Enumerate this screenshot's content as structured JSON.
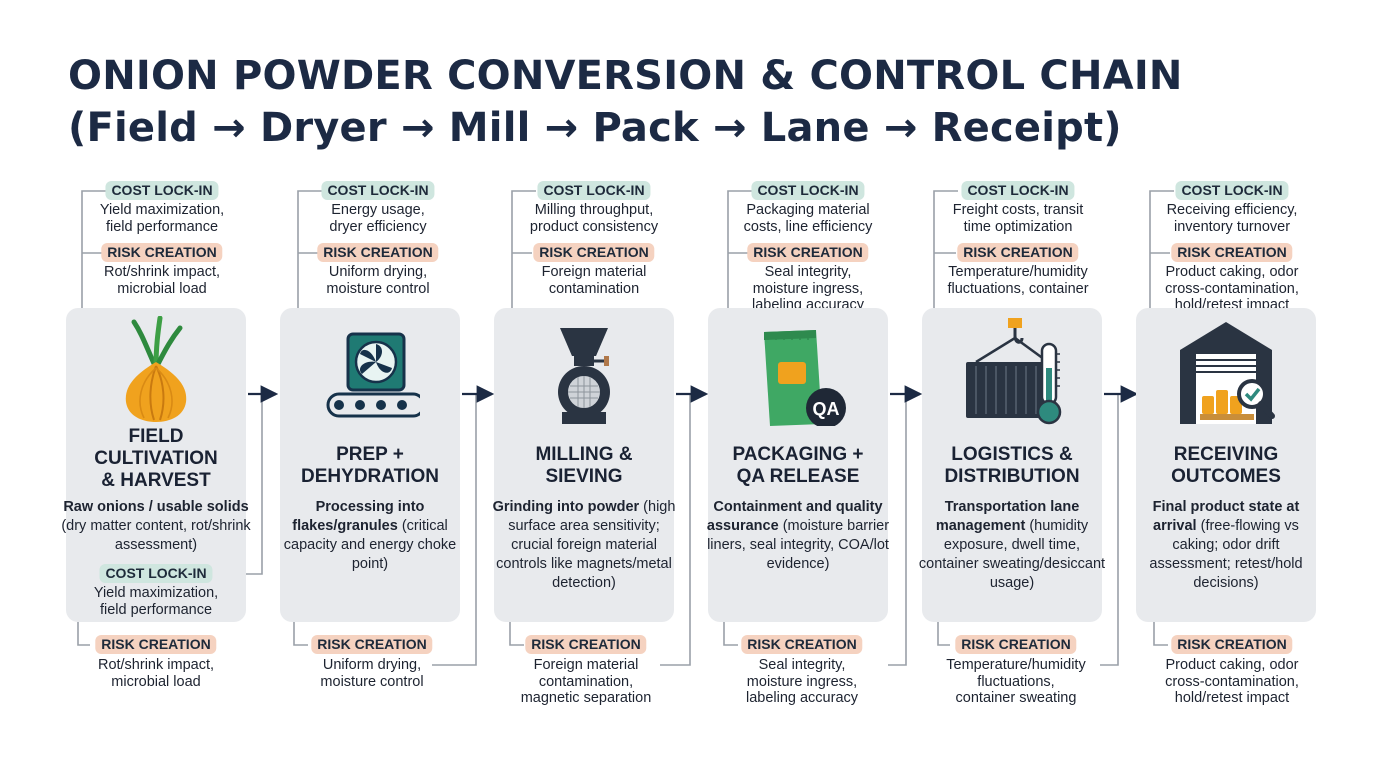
{
  "title": {
    "line1": "ONION POWDER CONVERSION & CONTROL CHAIN",
    "line2": "(Field → Dryer → Mill → Pack → Lane → Receipt)"
  },
  "stages": [
    {
      "title": "FIELD\nCULTIVATION\n& HARVEST",
      "desc_bold": "Raw onions / usable solids",
      "desc_rest": " (dry matter content, rot/shrink assessment)",
      "icon": "onion-icon",
      "top_cost": {
        "label": "COST LOCK-IN",
        "text": "Yield maximization,\nfield performance"
      },
      "top_risk": {
        "label": "RISK CREATION",
        "text": "Rot/shrink impact,\nmicrobial load"
      },
      "bottom_cost": {
        "label": "COST LOCK-IN",
        "text": "Yield maximization,\nfield performance"
      },
      "bottom_risk": {
        "label": "RISK CREATION",
        "text": "Rot/shrink impact,\nmicrobial load"
      }
    },
    {
      "title": "PREP +\nDEHYDRATION",
      "desc_bold": "Processing into flakes/granules",
      "desc_rest": " (critical capacity and energy choke point)",
      "icon": "dryer-conveyor-icon",
      "top_cost": {
        "label": "COST LOCK-IN",
        "text": "Energy usage,\ndryer efficiency"
      },
      "top_risk": {
        "label": "RISK CREATION",
        "text": "Uniform drying,\nmoisture control"
      },
      "bottom_risk": {
        "label": "RISK CREATION",
        "text": "Uniform drying,\nmoisture control"
      }
    },
    {
      "title": "MILLING &\nSIEVING",
      "desc_bold": "Grinding into powder",
      "desc_rest": " (high surface area sensitivity; crucial foreign material controls like magnets/metal detection)",
      "icon": "mill-icon",
      "top_cost": {
        "label": "COST LOCK-IN",
        "text": "Milling throughput,\nproduct consistency"
      },
      "top_risk": {
        "label": "RISK CREATION",
        "text": "Foreign material\ncontamination"
      },
      "bottom_risk": {
        "label": "RISK CREATION",
        "text": "Foreign material\ncontamination,\nmagnetic separation"
      }
    },
    {
      "title": "PACKAGING +\nQA RELEASE",
      "desc_bold": "Containment and quality assurance",
      "desc_rest": " (moisture barrier liners, seal integrity, COA/lot evidence)",
      "icon": "package-qa-icon",
      "icon_label": "QA",
      "top_cost": {
        "label": "COST LOCK-IN",
        "text": "Packaging material\ncosts, line efficiency"
      },
      "top_risk": {
        "label": "RISK CREATION",
        "text": "Seal integrity,\nmoisture ingress,\nlabeling accuracy"
      },
      "bottom_risk": {
        "label": "RISK CREATION",
        "text": "Seal integrity,\nmoisture ingress,\nlabeling accuracy"
      }
    },
    {
      "title": "LOGISTICS &\nDISTRIBUTION",
      "desc_bold": "Transportation lane management",
      "desc_rest": " (humidity exposure, dwell time, container sweating/desiccant usage)",
      "icon": "container-thermometer-icon",
      "top_cost": {
        "label": "COST LOCK-IN",
        "text": "Freight costs, transit\ntime optimization"
      },
      "top_risk": {
        "label": "RISK CREATION",
        "text": "Temperature/humidity\nfluctuations, container"
      },
      "bottom_risk": {
        "label": "RISK CREATION",
        "text": "Temperature/humidity\nfluctuations,\ncontainer sweating"
      }
    },
    {
      "title": "RECEIVING\nOUTCOMES",
      "desc_bold": "Final product state at arrival",
      "desc_rest": " (free-flowing vs caking; odor drift assessment; retest/hold decisions)",
      "icon": "warehouse-inspection-icon",
      "top_cost": {
        "label": "COST LOCK-IN",
        "text": "Receiving efficiency,\ninventory turnover"
      },
      "top_risk": {
        "label": "RISK CREATION",
        "text": "Product caking, odor\ncross-contamination,\nhold/retest impact"
      },
      "bottom_risk": {
        "label": "RISK CREATION",
        "text": "Product caking, odor\ncross-contamination,\nhold/retest impact"
      }
    }
  ],
  "colors": {
    "cost_pill": "#cfe6df",
    "risk_pill": "#f5d2c0",
    "card": "#e8eaed",
    "navy": "#1c2a44",
    "connector": "#9aa0a8"
  }
}
